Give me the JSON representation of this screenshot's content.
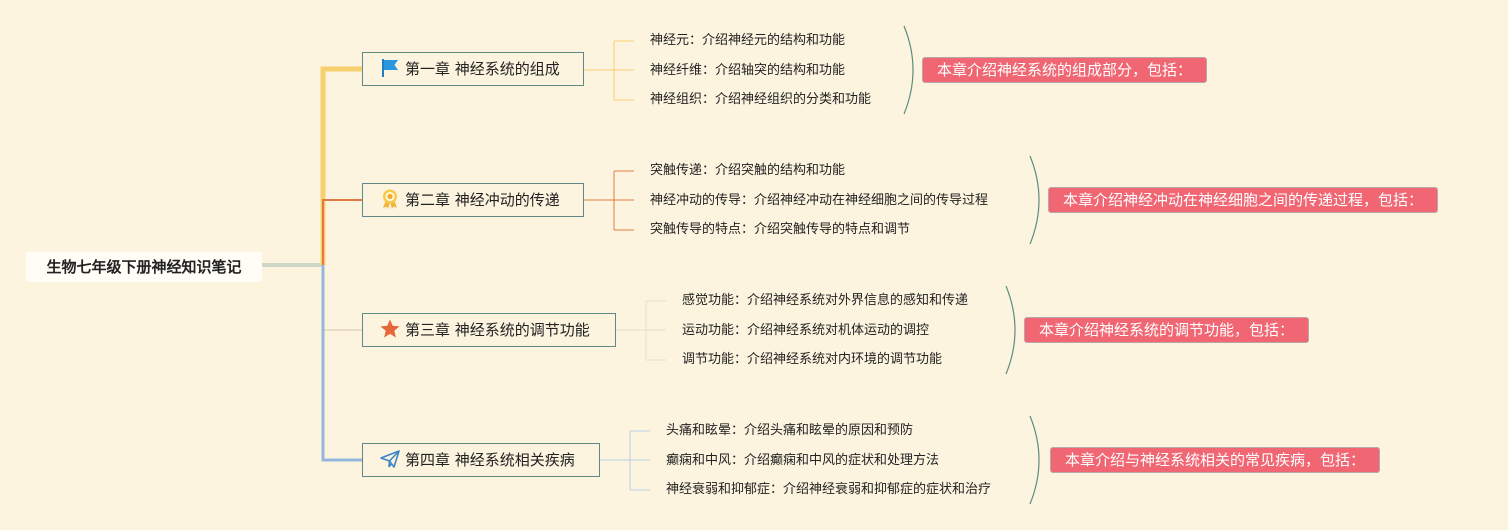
{
  "root": {
    "title": "生物七年级下册神经知识笔记"
  },
  "colors": {
    "background": "#fdf4df",
    "summary_fill": "#f06773",
    "branch1": "#f7d170",
    "branch2": "#e07b45",
    "branch3": "#ebdcc6",
    "branch4": "#92b8de"
  },
  "chapters": [
    {
      "label": "第一章 神经系统的组成",
      "icon": "flag-icon",
      "topics": [
        "神经元：介绍神经元的结构和功能",
        "神经纤维：介绍轴突的结构和功能",
        "神经组织：介绍神经组织的分类和功能"
      ],
      "summary": "本章介绍神经系统的组成部分，包括："
    },
    {
      "label": "第二章 神经冲动的传递",
      "icon": "award-ribbon-icon",
      "topics": [
        "突触传递：介绍突触的结构和功能",
        "神经冲动的传导：介绍神经冲动在神经细胞之间的传导过程",
        "突触传导的特点：介绍突触传导的特点和调节"
      ],
      "summary": "本章介绍神经冲动在神经细胞之间的传递过程，包括："
    },
    {
      "label": "第三章 神经系统的调节功能",
      "icon": "star-icon",
      "topics": [
        "感觉功能：介绍神经系统对外界信息的感知和传递",
        "运动功能：介绍神经系统对机体运动的调控",
        "调节功能：介绍神经系统对内环境的调节功能"
      ],
      "summary": "本章介绍神经系统的调节功能，包括："
    },
    {
      "label": "第四章 神经系统相关疾病",
      "icon": "paper-plane-icon",
      "topics": [
        "头痛和眩晕：介绍头痛和眩晕的原因和预防",
        "癫痫和中风：介绍癫痫和中风的症状和处理方法",
        "神经衰弱和抑郁症：介绍神经衰弱和抑郁症的症状和治疗"
      ],
      "summary": "本章介绍与神经系统相关的常见疾病，包括："
    }
  ]
}
